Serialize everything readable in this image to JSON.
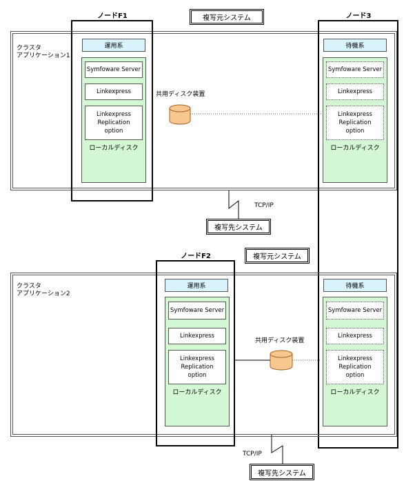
{
  "top": {
    "source_system": "複写元システム",
    "target_system": "複写先システム",
    "node_a": "ノードF1",
    "node_b": "ノード3",
    "cluster_line1": "クラスタ",
    "cluster_line2": "アプリケーション1",
    "left": {
      "role": "運用系",
      "sw1": "Symfoware Server",
      "sw2": "Linkexpress",
      "sw3": "Linkexpress\nReplication\noption",
      "local_disk": "ローカルディスク"
    },
    "right": {
      "role": "待機系",
      "sw1": "Symfoware Server",
      "sw2": "Linkexpress",
      "sw3": "Linkexpress\nReplication\noption",
      "local_disk": "ローカルディスク"
    },
    "shared_disk": "共用ディスク装置",
    "tcpip": "TCP/IP"
  },
  "bottom": {
    "source_system": "複写元システム",
    "target_system": "複写先システム",
    "node_a": "ノードF2",
    "cluster_line1": "クラスタ",
    "cluster_line2": "アプリケーション2",
    "left": {
      "role": "運用系",
      "sw1": "Symfoware Server",
      "sw2": "Linkexpress",
      "sw3": "Linkexpress\nReplication\noption",
      "local_disk": "ローカルディスク"
    },
    "right": {
      "role": "待機系",
      "sw1": "Symfoware Server",
      "sw2": "Linkexpress",
      "sw3": "Linkexpress\nReplication\noption",
      "local_disk": "ローカルディスク"
    },
    "shared_disk": "共用ディスク装置",
    "tcpip": "TCP/IP"
  },
  "colors": {
    "role_fill": "#d8f3fb",
    "green_fill": "#d4f7d4",
    "disk_fill": "#f8c790",
    "disk_stroke": "#a06020"
  }
}
